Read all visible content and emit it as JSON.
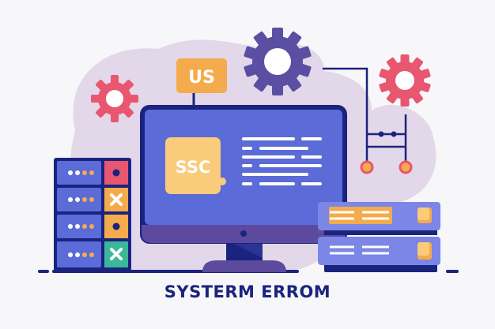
{
  "illustration": {
    "caption": "SYSTERM ERROM",
    "us_tag": "US",
    "ssc_tag": "SSC",
    "server_rack": {
      "rows": [
        {
          "status": "dot",
          "color": "#e8566f"
        },
        {
          "status": "x",
          "color": "#f4ab4c"
        },
        {
          "status": "dot",
          "color": "#f4ab4c"
        },
        {
          "status": "x",
          "color": "#3bb89a"
        }
      ]
    },
    "gears": [
      "pink-gear-left",
      "purple-gear-top",
      "pink-gear-right"
    ]
  },
  "colors": {
    "background": "#f7f7f9",
    "blob": "#e3d7ea",
    "navy": "#1a237e",
    "screen": "#5b6bd8",
    "bezel": "#5b4a9e",
    "orange": "#f4ab4c",
    "pink": "#e8566f",
    "purple_gear": "#5b4fa3",
    "teal": "#3bb89a",
    "cream": "#f9cb7a",
    "drawer": "#7b86e6"
  }
}
